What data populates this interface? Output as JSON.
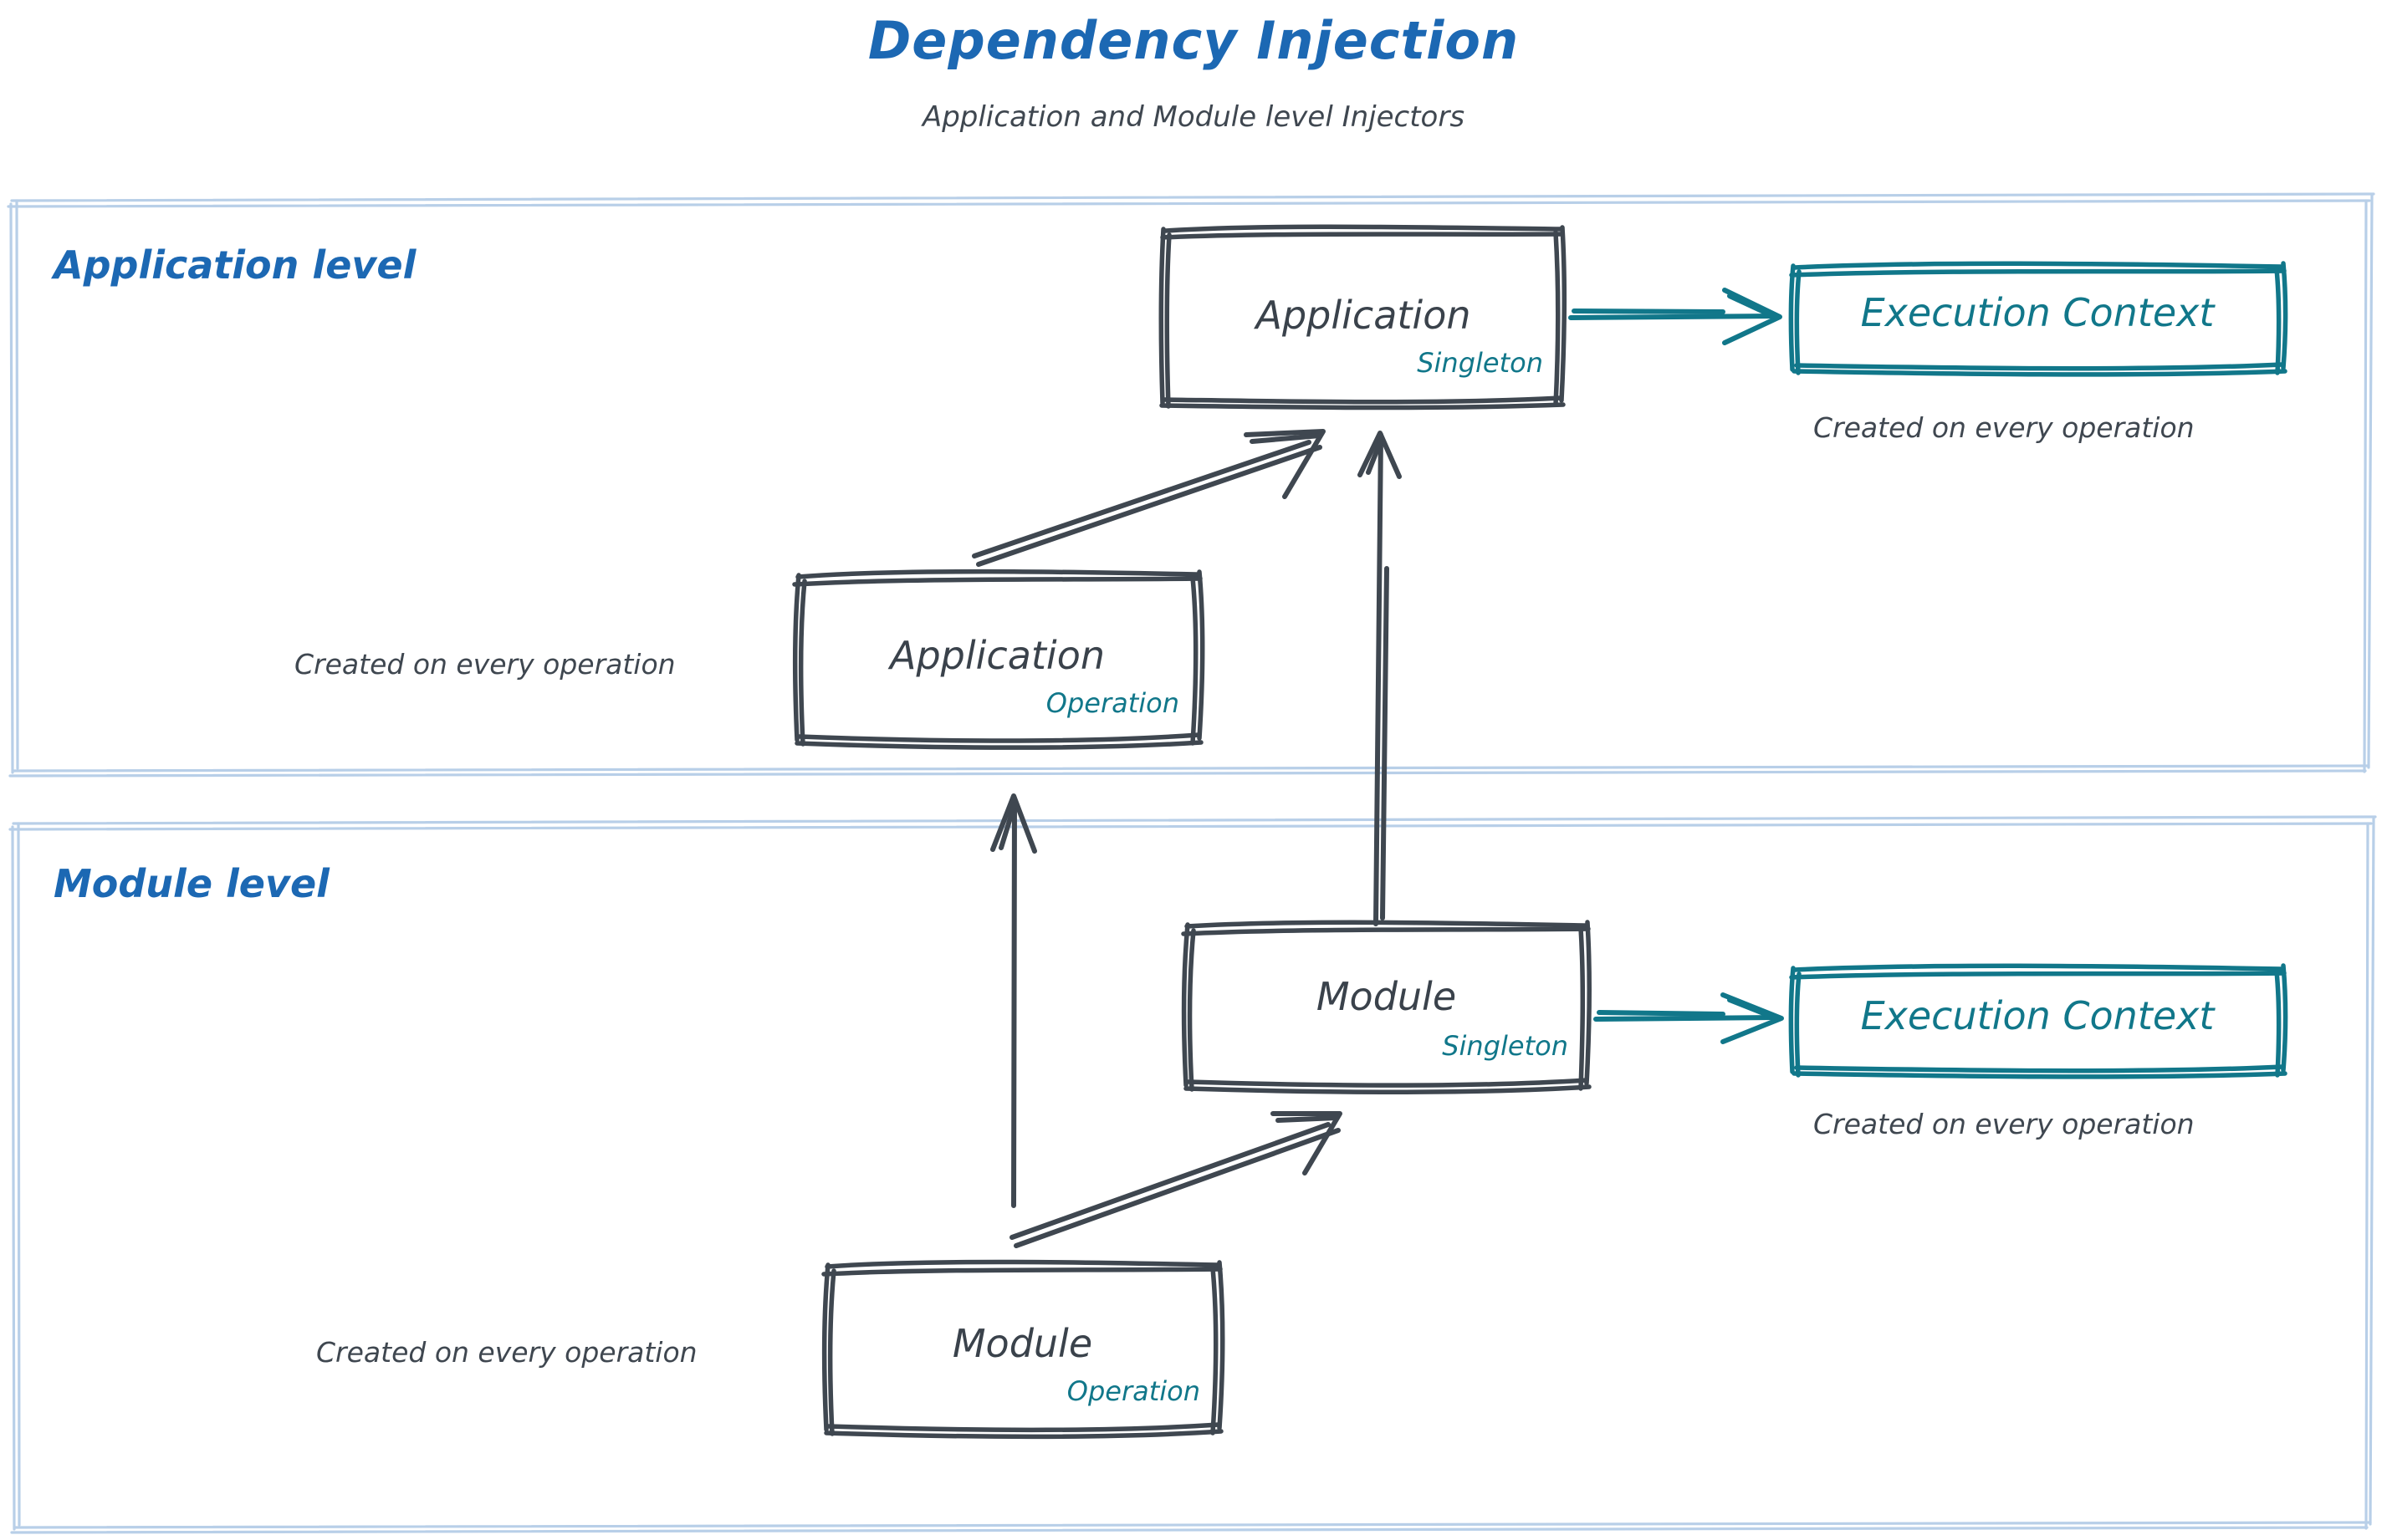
{
  "header": {
    "title": "Dependency Injection",
    "subtitle": "Application and Module level Injectors"
  },
  "colors": {
    "title_blue": "#1c68b3",
    "lane_label_blue": "#1c68b3",
    "lane_border_blue": "#b8cfe8",
    "node_stroke": "#3f4750",
    "node_text": "#3a424b",
    "scope_teal": "#11778a",
    "context_teal": "#11778a",
    "caption_gray": "#3f4750",
    "background": "#ffffff"
  },
  "lanes": [
    {
      "id": "application-level",
      "label": "Application level",
      "nodes": [
        {
          "id": "application-singleton",
          "title": "Application",
          "scope": "Singleton"
        },
        {
          "id": "execution-context-application",
          "title": "Execution Context",
          "caption": "Created on every operation"
        },
        {
          "id": "application-operation",
          "title": "Application",
          "scope": "Operation",
          "caption": "Created on every operation"
        }
      ]
    },
    {
      "id": "module-level",
      "label": "Module level",
      "nodes": [
        {
          "id": "module-singleton",
          "title": "Module",
          "scope": "Singleton"
        },
        {
          "id": "execution-context-module",
          "title": "Execution Context",
          "caption": "Created on every operation"
        },
        {
          "id": "module-operation",
          "title": "Module",
          "scope": "Operation",
          "caption": "Created on every operation"
        }
      ]
    }
  ],
  "edges": [
    {
      "id": "app-singleton-to-exec-context",
      "from": "application-singleton",
      "to": "execution-context-application",
      "color": "#11778a",
      "style": "arrow"
    },
    {
      "id": "app-operation-to-app-singleton",
      "from": "application-operation",
      "to": "application-singleton",
      "color": "#3f4750",
      "style": "arrow"
    },
    {
      "id": "module-singleton-to-app-singleton",
      "from": "module-singleton",
      "to": "application-singleton",
      "color": "#3f4750",
      "style": "arrow"
    },
    {
      "id": "module-operation-to-app-operation",
      "from": "module-operation",
      "to": "application-operation",
      "color": "#3f4750",
      "style": "arrow"
    },
    {
      "id": "module-operation-to-module-singleton",
      "from": "module-operation",
      "to": "module-singleton",
      "color": "#3f4750",
      "style": "arrow"
    },
    {
      "id": "module-singleton-to-exec-context",
      "from": "module-singleton",
      "to": "execution-context-module",
      "color": "#11778a",
      "style": "arrow"
    }
  ]
}
